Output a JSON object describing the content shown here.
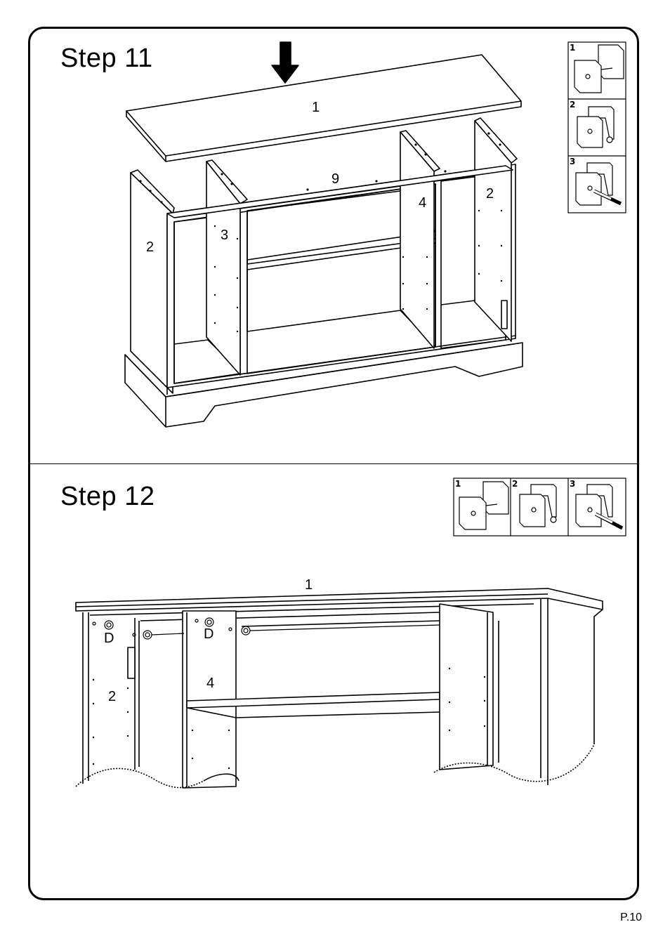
{
  "step11": {
    "title": "Step  11",
    "labels": {
      "top_panel": "1",
      "back_rail": "9",
      "left_side": "2",
      "right_side": "2",
      "left_divider": "3",
      "right_divider": "4"
    },
    "detail_steps": [
      "1",
      "2",
      "3"
    ]
  },
  "step12": {
    "title": "Step  12",
    "labels": {
      "top_panel": "1",
      "hardware_left": "D",
      "hardware_mid": "D",
      "side": "2",
      "divider": "4"
    },
    "detail_steps": [
      "1",
      "2",
      "3"
    ]
  },
  "footer": {
    "page_number": "P.10"
  }
}
